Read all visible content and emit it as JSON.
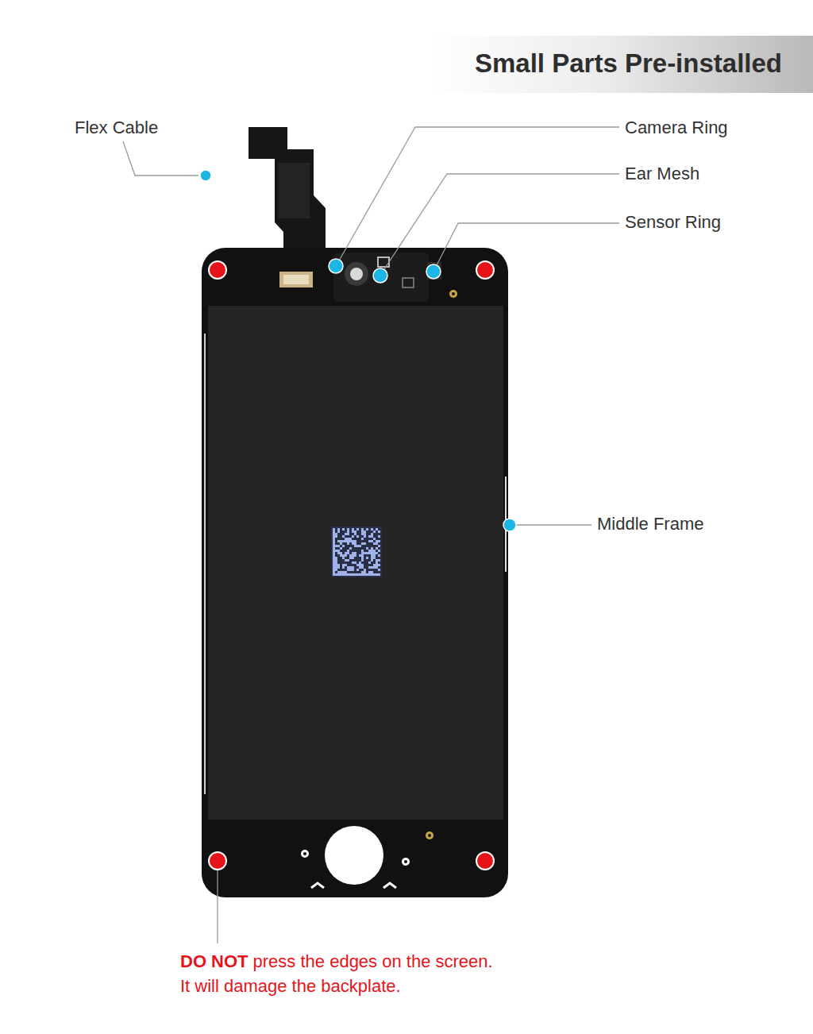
{
  "diagram": {
    "title": "Small Parts Pre-installed",
    "labels": [
      "Flex Cable",
      "Camera Ring",
      "Ear Mesh",
      "Sensor Ring",
      "Middle Frame",
      "DO NOT",
      "press the edges on the screen.",
      "It will damage the backplate."
    ]
  }
}
